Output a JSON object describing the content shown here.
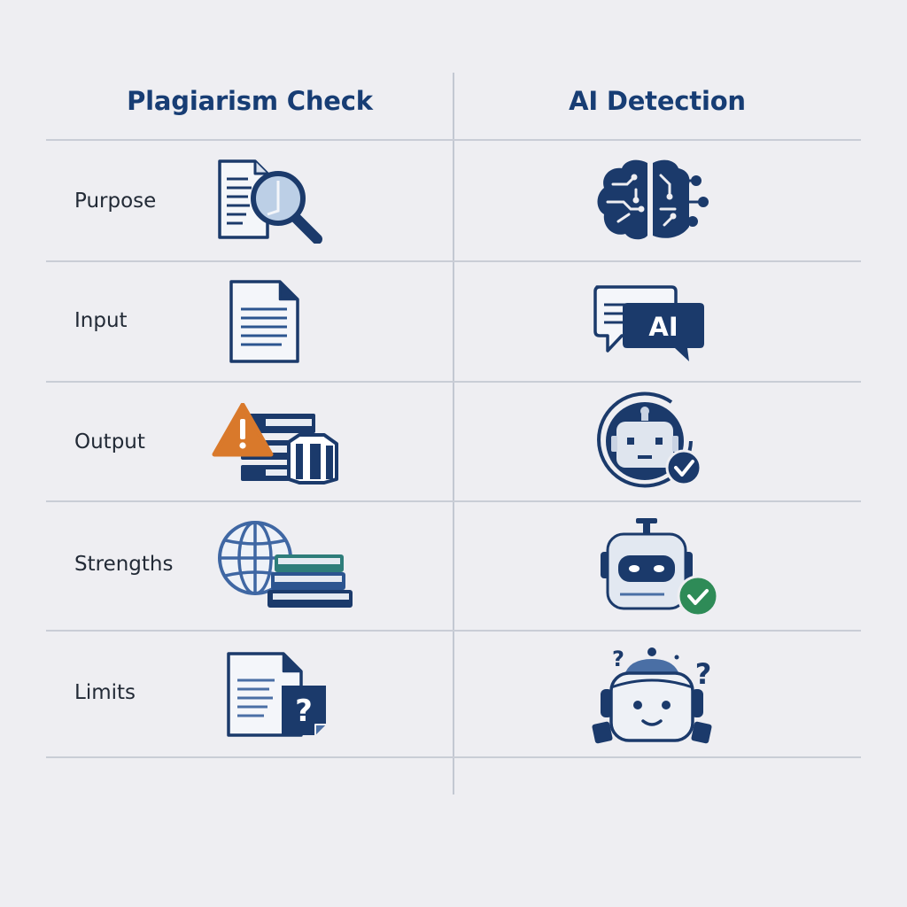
{
  "columns": {
    "left": "Plagiarism Check",
    "right": "AI Detection"
  },
  "rows": [
    {
      "label": "Purpose",
      "left_icon": "document-magnifier-icon",
      "right_icon": "circuit-brain-icon"
    },
    {
      "label": "Input",
      "left_icon": "text-document-icon",
      "right_icon": "ai-chat-bubble-icon",
      "right_badge": "AI"
    },
    {
      "label": "Output",
      "left_icon": "warning-database-icon",
      "right_icon": "robot-check-badge-icon"
    },
    {
      "label": "Strengths",
      "left_icon": "globe-books-icon",
      "right_icon": "robot-verified-icon"
    },
    {
      "label": "Limits",
      "left_icon": "document-question-icon",
      "right_icon": "confused-robot-icon"
    }
  ],
  "glyphs": {
    "question": "?"
  },
  "colors": {
    "navy": "#1b3a6b",
    "heading": "#173d74",
    "warning": "#d9792b",
    "teal": "#2e7d7a",
    "green": "#2e8b57",
    "steel": "#4a6fa5"
  }
}
